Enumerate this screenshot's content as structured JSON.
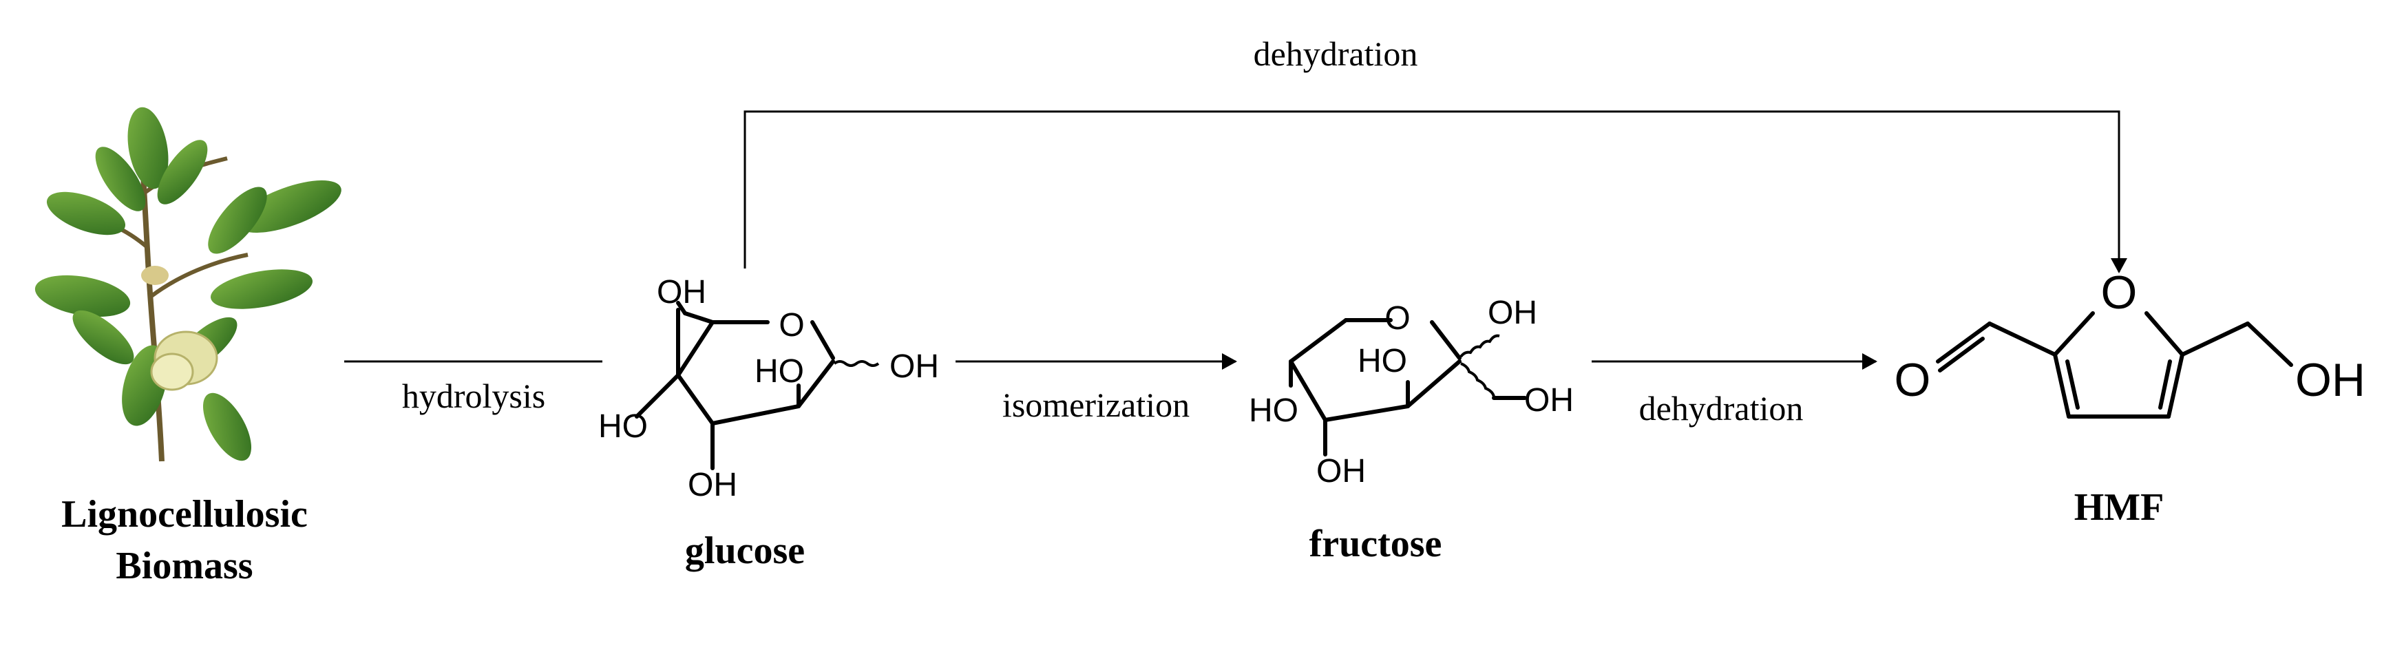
{
  "labels": {
    "dehydration_top": "dehydration",
    "hydrolysis": "hydrolysis",
    "isomerization": "isomerization",
    "dehydration_bottom": "dehydration"
  },
  "compounds": {
    "biomass_line1": "Lignocellulosic",
    "biomass_line2": "Biomass",
    "glucose": "glucose",
    "fructose": "fructose",
    "hmf": "HMF"
  },
  "atoms": {
    "oh": "OH",
    "ho": "HO",
    "o": "O"
  },
  "icons": {
    "biomass": "leafy-plant-branch-icon"
  }
}
